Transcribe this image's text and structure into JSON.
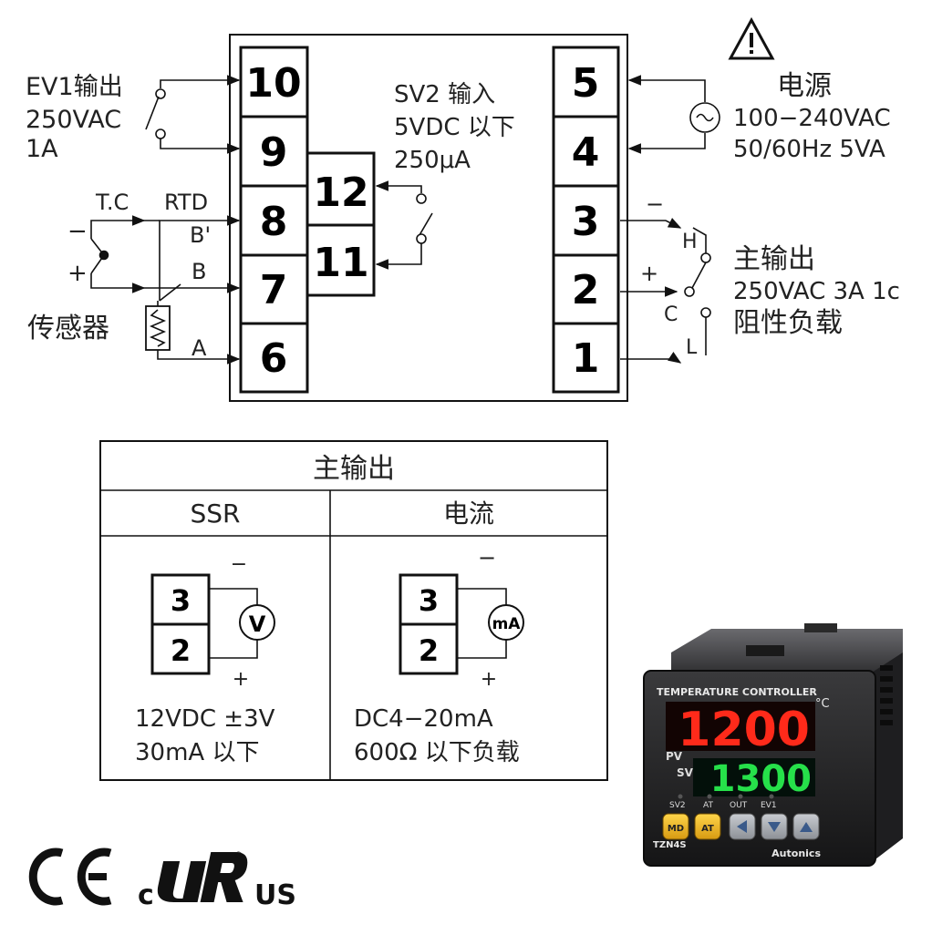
{
  "terminals": {
    "left": [
      "10",
      "9",
      "8",
      "7",
      "6"
    ],
    "middle": [
      "12",
      "11"
    ],
    "right": [
      "5",
      "4",
      "3",
      "2",
      "1"
    ]
  },
  "labels": {
    "ev1_title": "EV1输出",
    "ev1_voltage": "250VAC",
    "ev1_current": "1A",
    "tc": "T.C",
    "rtd": "RTD",
    "b_prime": "B'",
    "b": "B",
    "a": "A",
    "minus": "−",
    "plus": "+",
    "sensor": "传感器",
    "sv2_title": "SV2 输入",
    "sv2_voltage": "5VDC 以下",
    "sv2_current": "250μA",
    "power_title": "电源",
    "power_voltage": "100−240VAC",
    "power_freq": "50/60Hz 5VA",
    "h": "H",
    "c": "C",
    "l": "L",
    "out_minus": "−",
    "out_plus": "+",
    "main_output": "主输出",
    "main_output_rating": "250VAC 3A 1c",
    "resistive_load": "阻性负载"
  },
  "table": {
    "title": "主输出",
    "col_ssr": "SSR",
    "col_current": "电流",
    "ssr": {
      "t3": "3",
      "t2": "2",
      "meter": "V",
      "minus": "−",
      "plus": "+",
      "spec1": "12VDC ±3V",
      "spec2": "30mA 以下"
    },
    "cur": {
      "t3": "3",
      "t2": "2",
      "meter": "mA",
      "minus": "−",
      "plus": "+",
      "spec1": "DC4−20mA",
      "spec2": "600Ω 以下负载"
    }
  },
  "device": {
    "header": "TEMPERATURE CONTROLLER",
    "unit": "°C",
    "pv_label": "PV",
    "sv_label": "SV",
    "pv_value": "1200",
    "sv_value": "1300",
    "ind_sv2": "SV2",
    "ind_at": "AT",
    "ind_out": "OUT",
    "ind_ev1": "EV1",
    "btn_md": "MD",
    "btn_at": "AT",
    "model": "TZN4S",
    "brand": "Autonics",
    "pv_color": "#ff2a1a",
    "sv_color": "#26e04a"
  },
  "certs": {
    "ce": "CE",
    "c": "c",
    "us": "US",
    "r": "®"
  }
}
